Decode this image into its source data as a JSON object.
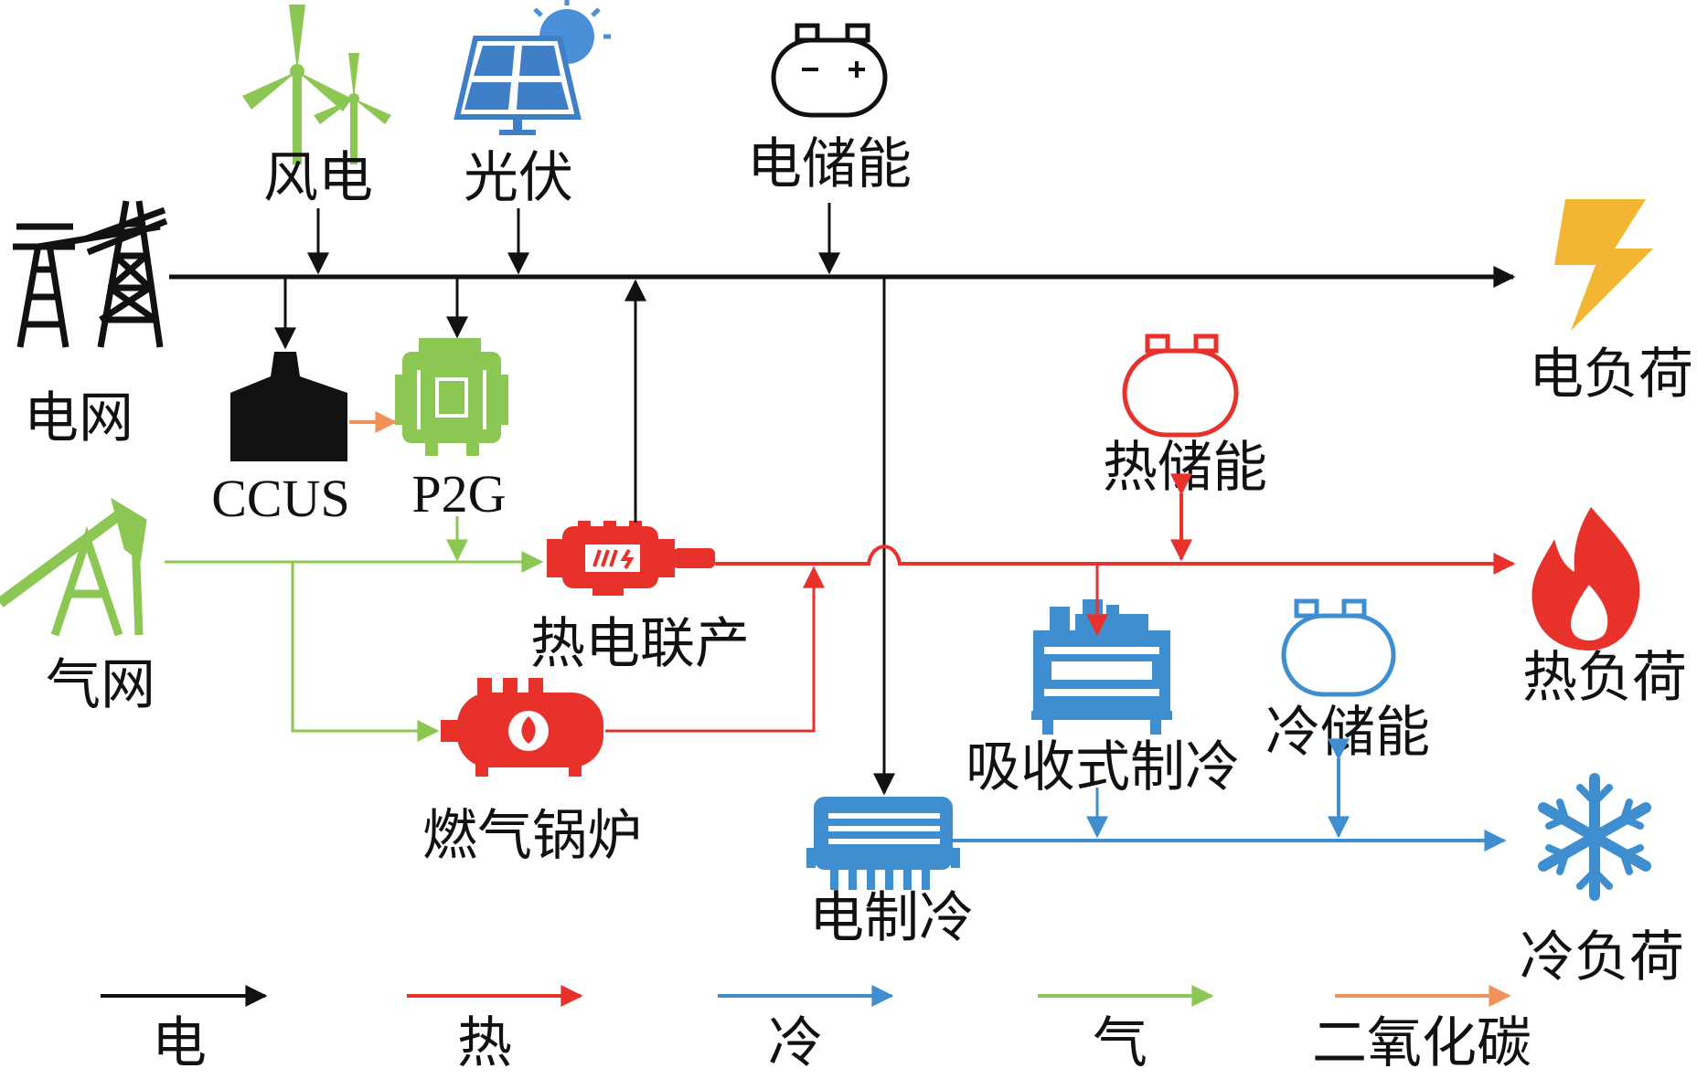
{
  "colors": {
    "electric": "#111111",
    "heat": "#e8312a",
    "cold": "#3f8fd0",
    "gas": "#8cc653",
    "co2": "#f0935a",
    "solar_panel": "#3f7fc7",
    "sun": "#4a90d9",
    "lightning": "#f2b632"
  },
  "labels": {
    "wind": "风电",
    "pv": "光伏",
    "elec_storage": "电储能",
    "grid": "电网",
    "ccus": "CCUS",
    "p2g": "P2G",
    "gas_grid": "气网",
    "chp": "热电联产",
    "gas_boiler": "燃气锅炉",
    "heat_storage": "热储能",
    "absorption_chiller": "吸收式制冷",
    "cold_storage": "冷储能",
    "electric_chiller": "电制冷",
    "elec_load": "电负荷",
    "heat_load": "热负荷",
    "cold_load": "冷负荷"
  },
  "icons": {
    "wind": "wind-turbine-icon",
    "pv": "solar-panel-icon",
    "elec_storage": "battery-icon",
    "grid": "transmission-tower-icon",
    "ccus": "ccus-tank-icon",
    "p2g": "p2g-transformer-icon",
    "gas_grid": "oil-pump-icon",
    "chp": "chp-engine-icon",
    "gas_boiler": "boiler-icon",
    "heat_storage": "heat-tank-icon",
    "absorption_chiller": "absorption-chiller-icon",
    "cold_storage": "cold-tank-icon",
    "electric_chiller": "electric-chiller-icon",
    "elec_load": "lightning-icon",
    "heat_load": "flame-icon",
    "cold_load": "snowflake-icon"
  },
  "legend": [
    {
      "label": "电",
      "color": "#111111"
    },
    {
      "label": "热",
      "color": "#e8312a"
    },
    {
      "label": "冷",
      "color": "#3f8fd0"
    },
    {
      "label": "气",
      "color": "#8cc653"
    },
    {
      "label": "二氧化碳",
      "color": "#f0935a"
    }
  ]
}
